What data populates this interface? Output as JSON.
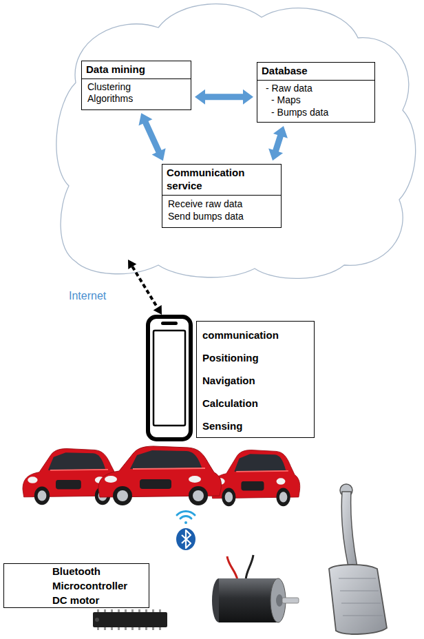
{
  "diagram": {
    "nodes": [
      {
        "text": [
          "Data mining",
          "Clustering Algorithms"
        ]
      },
      {
        "text": [
          "Database",
          "- Raw data",
          "- Maps",
          "- Bumps data"
        ]
      },
      {
        "text": [
          "Communication service",
          "Receive raw data",
          "Send bumps data"
        ]
      },
      {
        "text": [
          "communication",
          "Positioning",
          "Navigation",
          "Calculation",
          "Sensing"
        ]
      },
      {
        "text": [
          "Bluetooth",
          "Microcontroller",
          "DC motor"
        ]
      }
    ],
    "edges": [
      {
        "from": 0,
        "to": 1,
        "arrow": "both"
      },
      {
        "from": 0,
        "to": 2,
        "arrow": "both"
      },
      {
        "from": 1,
        "to": 2,
        "arrow": "both"
      }
    ],
    "labels": [
      "Internet"
    ]
  }
}
